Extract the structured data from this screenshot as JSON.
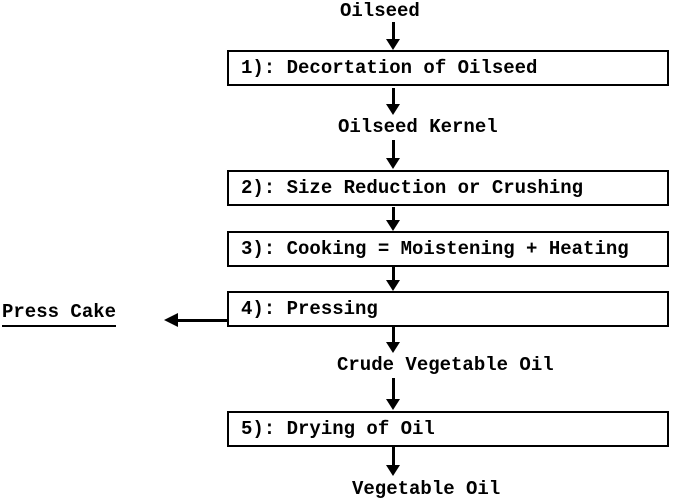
{
  "diagram": {
    "type": "flowchart",
    "background_color": "#ffffff",
    "line_color": "#000000",
    "start_label": "Oilseed",
    "steps": [
      {
        "label": "1): Decortation of Oilseed"
      },
      {
        "label": "2): Size Reduction or Crushing"
      },
      {
        "label": "3): Cooking = Moistening + Heating"
      },
      {
        "label": "4): Pressing"
      },
      {
        "label": "5): Drying of Oil"
      }
    ],
    "intermediate_labels": {
      "after_step_1": "Oilseed Kernel",
      "after_step_4": "Crude Vegetable Oil",
      "side_output_step_4": "Press Cake",
      "end": "Vegetable Oil"
    }
  }
}
